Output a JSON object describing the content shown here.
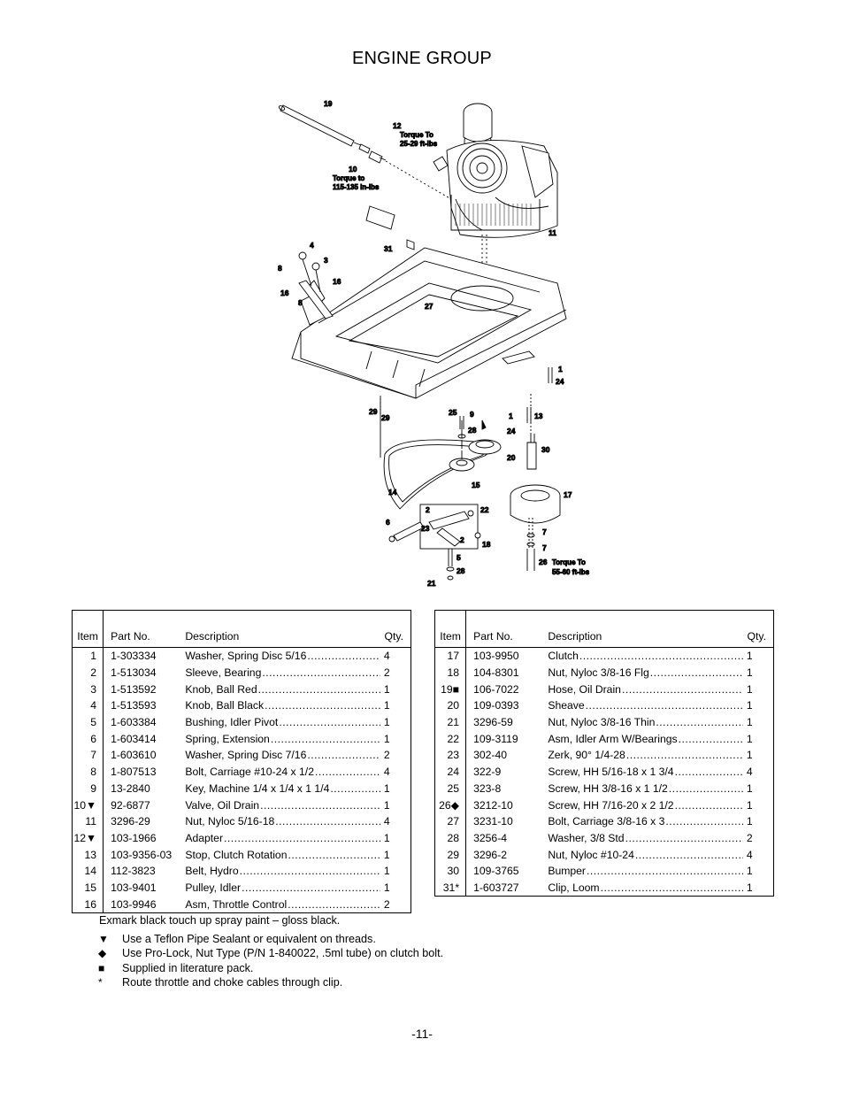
{
  "title": "ENGINE GROUP",
  "diagram": {
    "callouts": [
      "19",
      "12",
      "10",
      "31",
      "4",
      "8",
      "3",
      "16",
      "8",
      "16",
      "27",
      "11",
      "1",
      "24",
      "25",
      "9",
      "28",
      "29",
      "29",
      "1",
      "13",
      "24",
      "30",
      "20",
      "14",
      "15",
      "17",
      "6",
      "2",
      "22",
      "23",
      "2",
      "18",
      "7",
      "7",
      "5",
      "28",
      "26",
      "21"
    ],
    "notes": {
      "n12a": "Torque To",
      "n12b": "25-29 ft-lbs",
      "n10a": "Torque to",
      "n10b": "115-135 in-lbs",
      "n26a": "Torque To",
      "n26b": "55-60 ft-lbs"
    }
  },
  "table_headers": {
    "item": "Item",
    "part": "Part No.",
    "desc": "Description",
    "qty": "Qty."
  },
  "parts_left": [
    {
      "item": "1",
      "part": "1-303334",
      "desc": "Washer, Spring Disc 5/16",
      "qty": "4"
    },
    {
      "item": "2",
      "part": "1-513034",
      "desc": "Sleeve, Bearing",
      "qty": "2"
    },
    {
      "item": "3",
      "part": "1-513592",
      "desc": "Knob, Ball Red",
      "qty": "1"
    },
    {
      "item": "4",
      "part": "1-513593",
      "desc": "Knob, Ball Black",
      "qty": "1"
    },
    {
      "item": "5",
      "part": "1-603384",
      "desc": "Bushing, Idler Pivot",
      "qty": "1"
    },
    {
      "item": "6",
      "part": "1-603414",
      "desc": "Spring, Extension",
      "qty": "1"
    },
    {
      "item": "7",
      "part": "1-603610",
      "desc": "Washer, Spring Disc 7/16",
      "qty": "2"
    },
    {
      "item": "8",
      "part": "1-807513",
      "desc": "Bolt, Carriage #10-24 x 1/2",
      "qty": "4"
    },
    {
      "item": "9",
      "part": "13-2840",
      "desc": "Key, Machine 1/4 x 1/4 x 1 1/4",
      "qty": "1"
    },
    {
      "item": "10▼",
      "part": "92-6877",
      "desc": "Valve, Oil Drain",
      "qty": "1"
    },
    {
      "item": "11",
      "part": "3296-29",
      "desc": "Nut, Nyloc 5/16-18",
      "qty": "4"
    },
    {
      "item": "12▼",
      "part": "103-1966",
      "desc": "Adapter",
      "qty": "1"
    },
    {
      "item": "13",
      "part": "103-9356-03",
      "desc": "Stop, Clutch Rotation",
      "qty": "1"
    },
    {
      "item": "14",
      "part": "112-3823",
      "desc": "Belt, Hydro",
      "qty": "1"
    },
    {
      "item": "15",
      "part": "103-9401",
      "desc": "Pulley, Idler",
      "qty": "1"
    },
    {
      "item": "16",
      "part": "103-9946",
      "desc": "Asm, Throttle Control",
      "qty": "2"
    }
  ],
  "parts_right": [
    {
      "item": "17",
      "part": "103-9950",
      "desc": "Clutch",
      "qty": "1"
    },
    {
      "item": "18",
      "part": "104-8301",
      "desc": "Nut, Nyloc 3/8-16 Flg",
      "qty": "1"
    },
    {
      "item": "19■",
      "part": "106-7022",
      "desc": "Hose, Oil Drain",
      "qty": "1"
    },
    {
      "item": "20",
      "part": "109-0393",
      "desc": "Sheave",
      "qty": "1"
    },
    {
      "item": "21",
      "part": "3296-59",
      "desc": "Nut, Nyloc 3/8-16 Thin",
      "qty": "1"
    },
    {
      "item": "22",
      "part": "109-3119",
      "desc": "Asm, Idler Arm W/Bearings",
      "qty": "1"
    },
    {
      "item": "23",
      "part": "302-40",
      "desc": "Zerk, 90° 1/4-28",
      "qty": "1"
    },
    {
      "item": "24",
      "part": "322-9",
      "desc": "Screw, HH 5/16-18 x 1 3/4",
      "qty": "4"
    },
    {
      "item": "25",
      "part": "323-8",
      "desc": "Screw, HH 3/8-16 x 1 1/2",
      "qty": "1"
    },
    {
      "item": "26◆",
      "part": "3212-10",
      "desc": "Screw, HH 7/16-20 x 2 1/2",
      "qty": "1"
    },
    {
      "item": "27",
      "part": "3231-10",
      "desc": "Bolt, Carriage 3/8-16 x 3",
      "qty": "1"
    },
    {
      "item": "28",
      "part": "3256-4",
      "desc": "Washer, 3/8 Std",
      "qty": "2"
    },
    {
      "item": "29",
      "part": "3296-2",
      "desc": "Nut, Nyloc #10-24",
      "qty": "4"
    },
    {
      "item": "30",
      "part": "109-3765",
      "desc": "Bumper",
      "qty": "1"
    },
    {
      "item": "31*",
      "part": "1-603727",
      "desc": "Clip, Loom",
      "qty": "1"
    }
  ],
  "notes": {
    "intro": "Exmark black touch up spray paint – gloss black.",
    "items": [
      {
        "symbol": "▼",
        "text": "Use a Teflon Pipe Sealant or equivalent on threads."
      },
      {
        "symbol": "◆",
        "text": "Use Pro-Lock, Nut Type (P/N 1-840022, .5ml tube) on clutch bolt."
      },
      {
        "symbol": "■",
        "text": "Supplied in literature pack."
      },
      {
        "symbol": "*",
        "text": "Route throttle and choke cables through clip."
      }
    ]
  },
  "page_number": "-11-"
}
